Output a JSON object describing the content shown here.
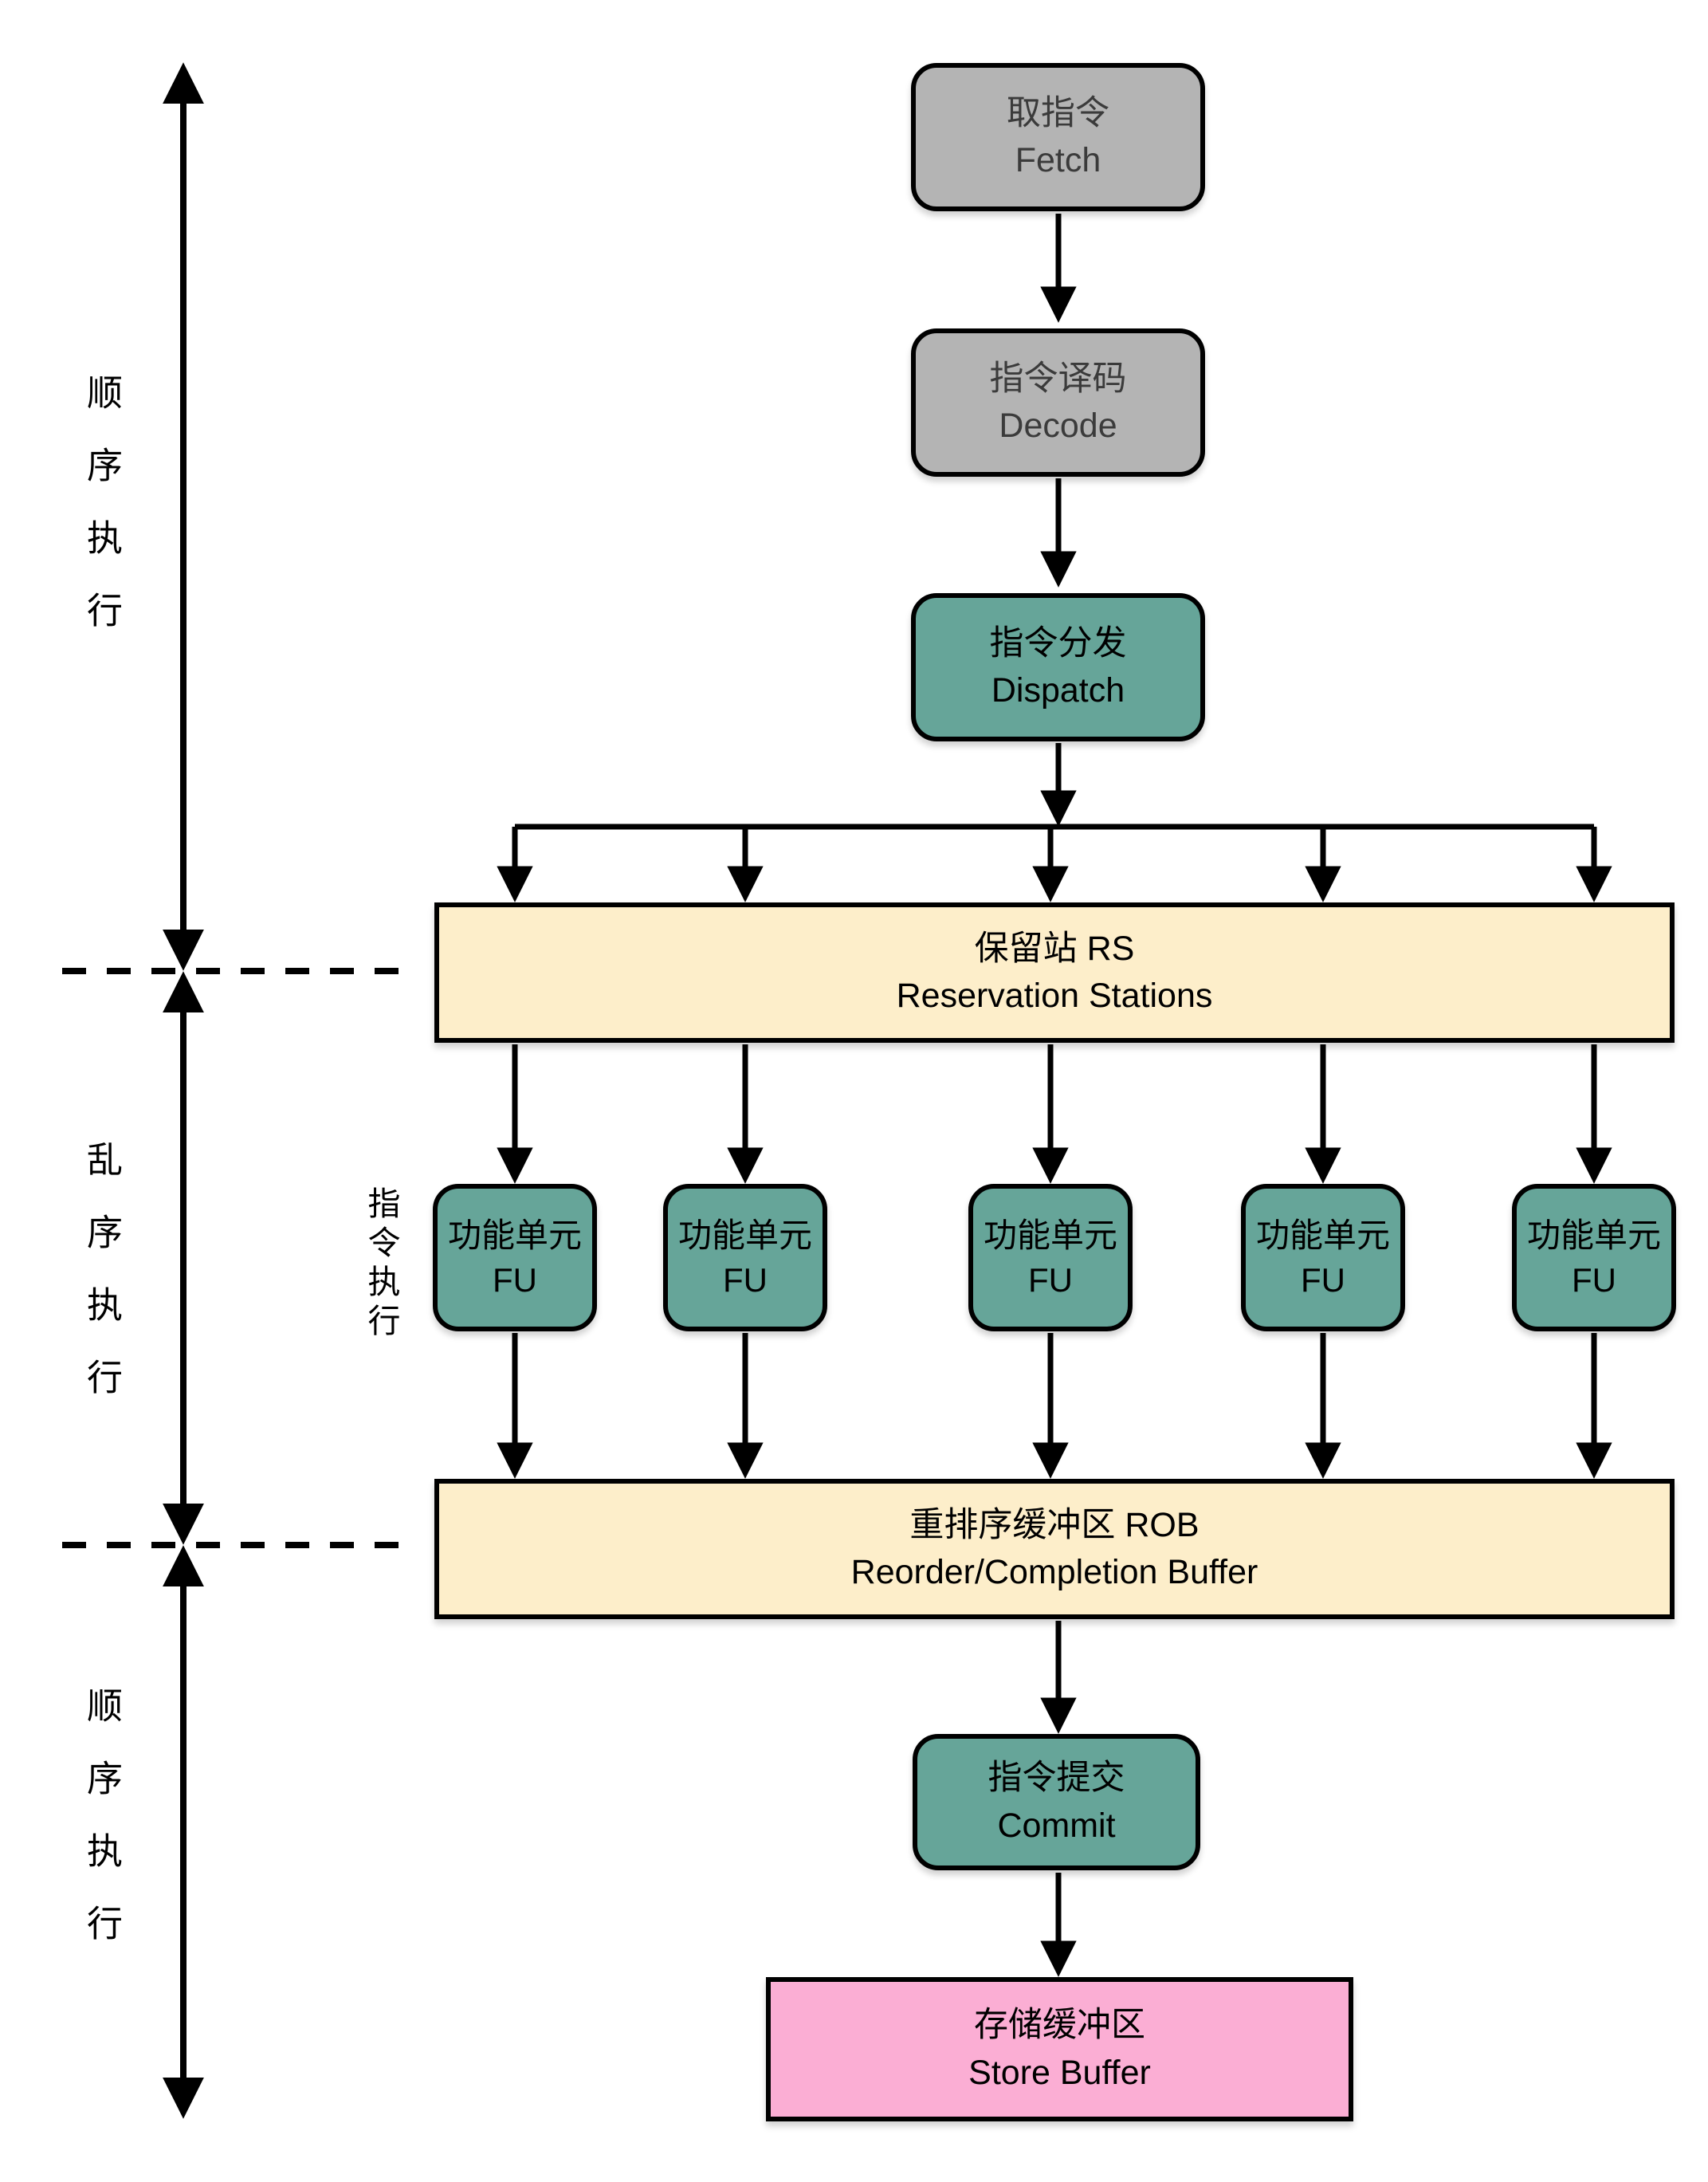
{
  "nodes": {
    "fetch": {
      "zh": "取指令",
      "en": "Fetch"
    },
    "decode": {
      "zh": "指令译码",
      "en": "Decode"
    },
    "dispatch": {
      "zh": "指令分发",
      "en": "Dispatch"
    },
    "reservation_stations": {
      "zh": "保留站 RS",
      "en": "Reservation Stations"
    },
    "functional_unit": {
      "zh": "功能单元",
      "en": "FU"
    },
    "reorder_buffer": {
      "zh": "重排序缓冲区 ROB",
      "en": "Reorder/Completion Buffer"
    },
    "commit": {
      "zh": "指令提交",
      "en": "Commit"
    },
    "store_buffer": {
      "zh": "存储缓冲区",
      "en": "Store Buffer"
    }
  },
  "side_labels": {
    "top_in_order": "顺序执行",
    "middle_out_of_order": "乱序执行",
    "bottom_in_order": "顺序执行",
    "fu_row_execute": "指令执行"
  },
  "colors": {
    "stage_gray": "#b4b4b4",
    "stage_teal": "#66a599",
    "buffer_cream": "#fdeeca",
    "store_pink": "#fbaed4",
    "line_black": "#000000",
    "gray_text": "#3b3b3b",
    "background": "#ffffff"
  }
}
